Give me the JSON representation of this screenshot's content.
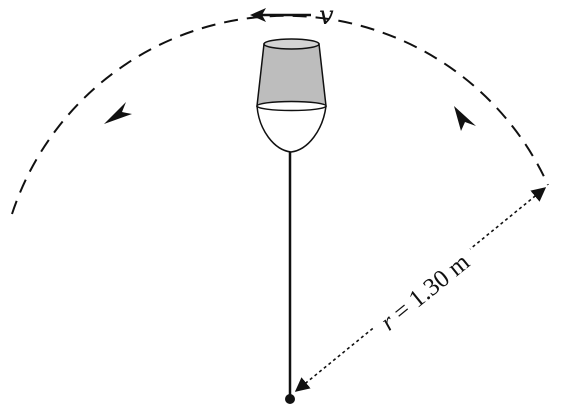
{
  "velocity": {
    "symbol": "v"
  },
  "radius": {
    "symbol": "r",
    "equals": " = ",
    "value_text": "1.30 m"
  },
  "colors": {
    "ink": "#111111",
    "bucket_fill": "#bdbdbd",
    "bucket_top": "#d4d4d4",
    "background": "#ffffff"
  },
  "icons": {
    "velocity_arrow": "left-arrow-icon",
    "path_arrows": "arrowhead-icon",
    "pivot": "pivot-dot-icon"
  }
}
